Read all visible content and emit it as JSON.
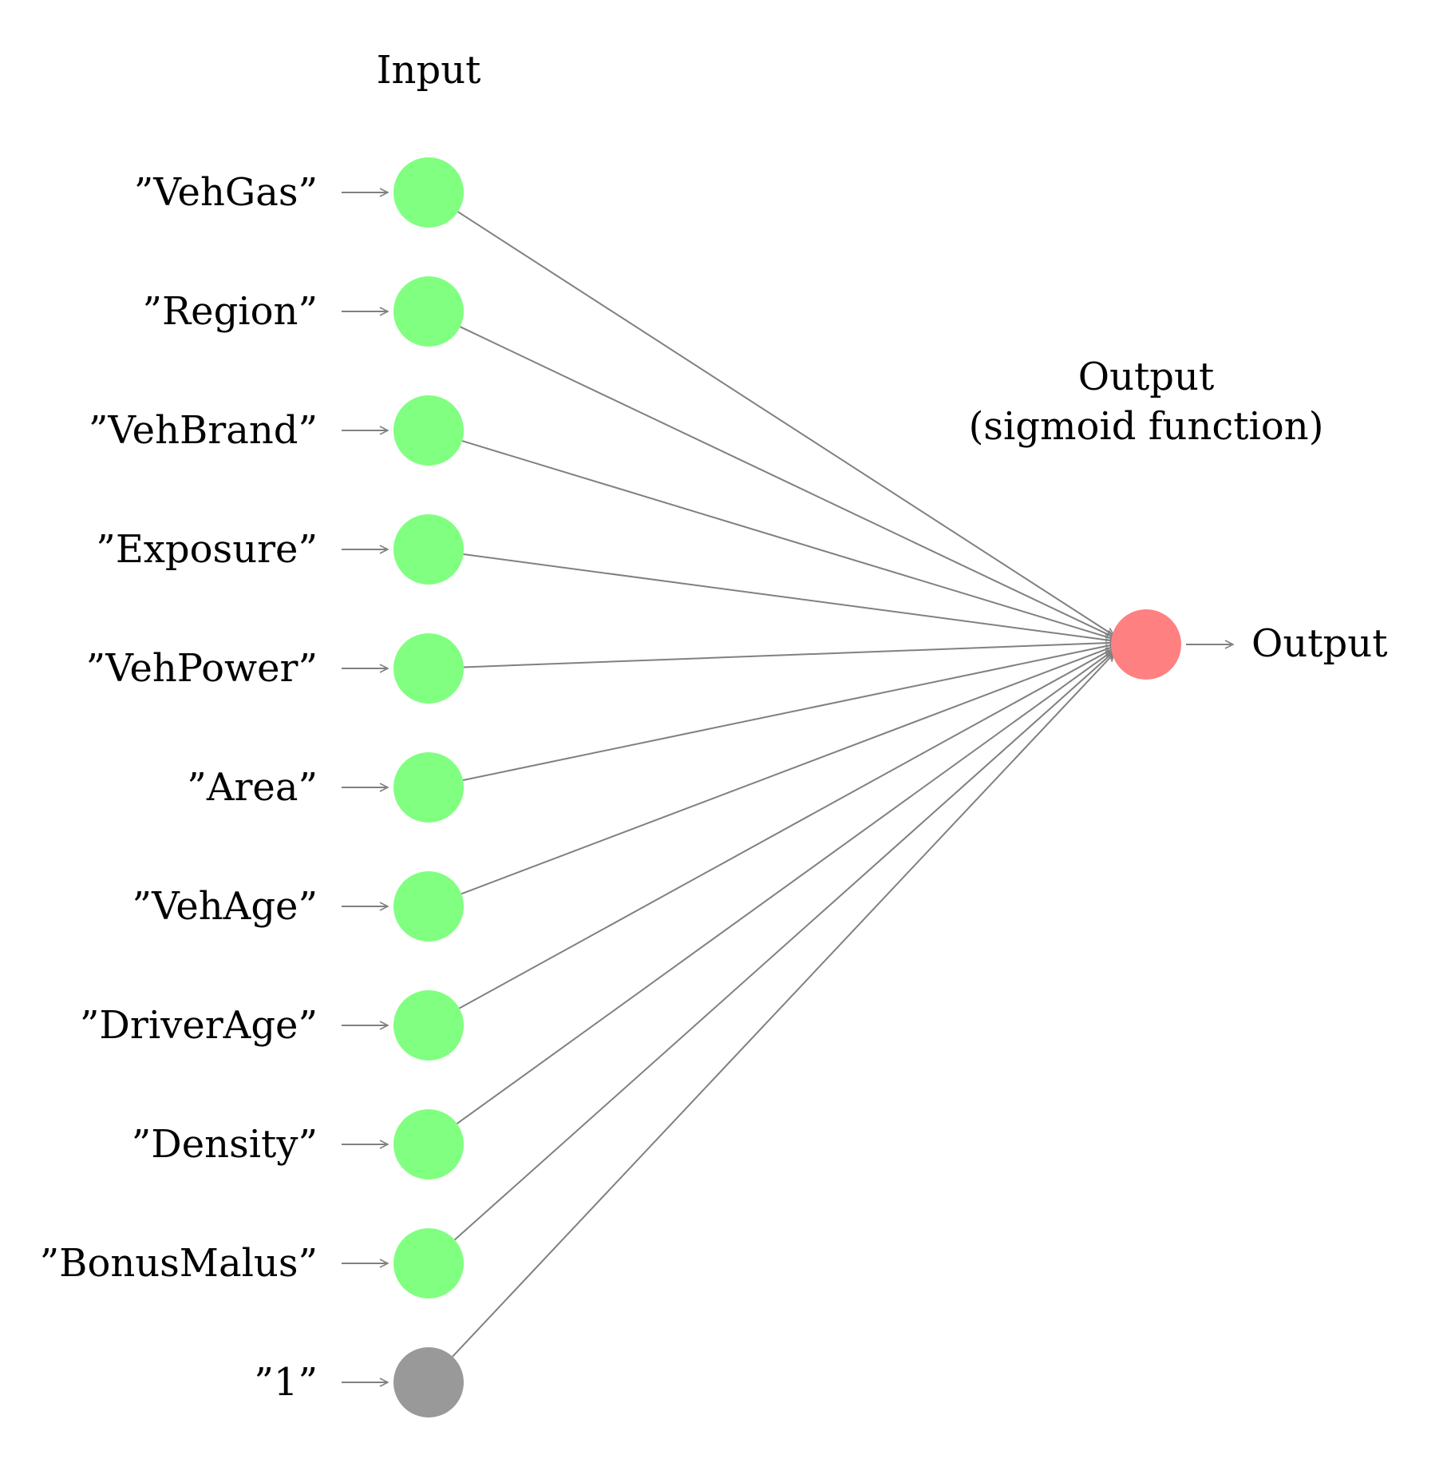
{
  "input_header": "Input",
  "output_header_line1": "Output",
  "output_header_line2": "(sigmoid function)",
  "output_label": "Output",
  "inputs": [
    {
      "label": "”VehGas”",
      "type": "feature"
    },
    {
      "label": "”Region”",
      "type": "feature"
    },
    {
      "label": "”VehBrand”",
      "type": "feature"
    },
    {
      "label": "”Exposure”",
      "type": "feature"
    },
    {
      "label": "”VehPower”",
      "type": "feature"
    },
    {
      "label": "”Area”",
      "type": "feature"
    },
    {
      "label": "”VehAge”",
      "type": "feature"
    },
    {
      "label": "”DriverAge”",
      "type": "feature"
    },
    {
      "label": "”Density”",
      "type": "feature"
    },
    {
      "label": "”BonusMalus”",
      "type": "feature"
    },
    {
      "label": "”1”",
      "type": "bias"
    }
  ],
  "colors": {
    "feature_node": "#80ff80",
    "bias_node": "#999999",
    "output_node": "#ff8080",
    "edge": "#808080"
  }
}
